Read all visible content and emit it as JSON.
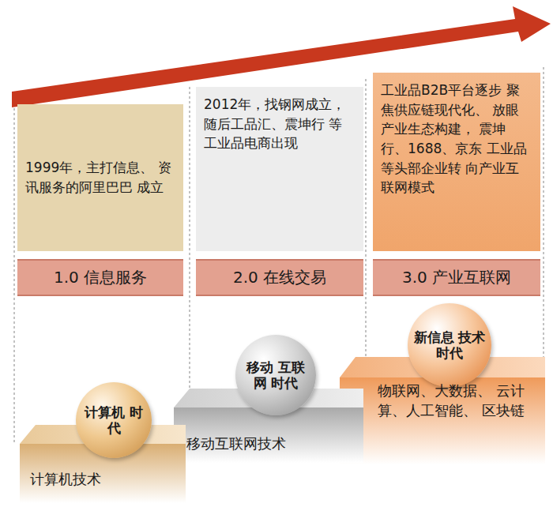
{
  "diagram": {
    "nodes": [
      {
        "text": [
          "1999年，主打信息、 资讯服务的阿里巴巴 成立"
        ]
      },
      {
        "text": [
          "1.0 信息服务"
        ]
      },
      {
        "text": [
          "2012年，找钢网成立， 随后工品汇、震坤行 等工业品电商出现"
        ]
      },
      {
        "text": [
          "2.0 在线交易"
        ]
      },
      {
        "text": [
          "工业品B2B平台逐步 聚焦供应链现代化、 放眼产业生态构建， 震坤行、1688、京东 工业品等头部企业转 向产业互联网模式"
        ]
      },
      {
        "text": [
          "3.0 产业互联网"
        ]
      },
      {
        "text": [
          "计算机 时代"
        ]
      },
      {
        "text": [
          "计算机技术"
        ]
      },
      {
        "text": [
          "移动 互联网 时代"
        ]
      },
      {
        "text": [
          "移动互联网技术"
        ]
      },
      {
        "text": [
          "新信息 技术 时代"
        ]
      },
      {
        "text": [
          "物联网、大数据、 云计算、人工智能、 区块链"
        ]
      }
    ]
  }
}
